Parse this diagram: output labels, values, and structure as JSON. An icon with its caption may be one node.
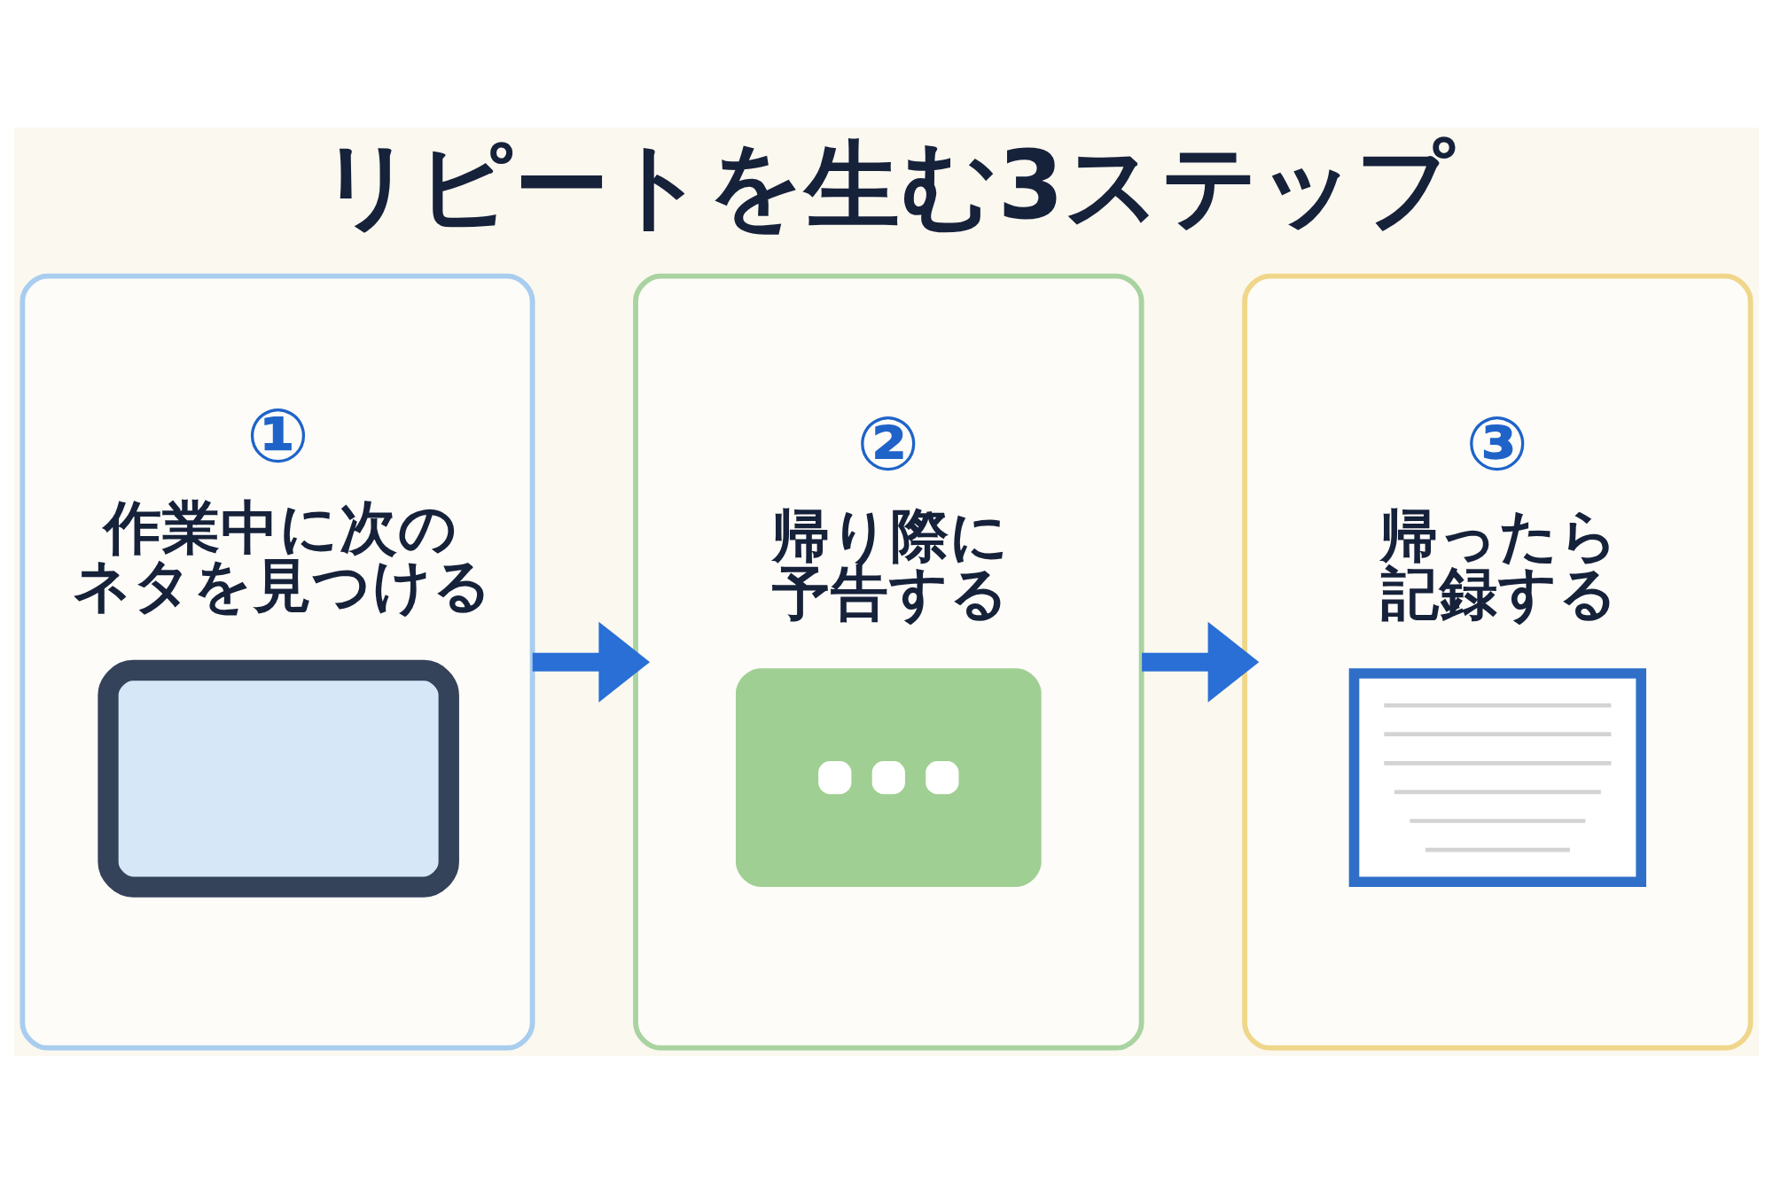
{
  "diagram": {
    "title": "リピートを生む3ステップ",
    "nodes": [
      {
        "text": [
          "①",
          "作業中に次のネタを見つける"
        ]
      },
      {
        "text": [
          "②",
          "帰り際に予告する"
        ]
      },
      {
        "text": [
          "③",
          "帰ったら記録する"
        ]
      }
    ],
    "edges": [
      {
        "from": 0,
        "to": 1,
        "arrow": "to"
      },
      {
        "from": 1,
        "to": 2,
        "arrow": "to"
      }
    ]
  }
}
